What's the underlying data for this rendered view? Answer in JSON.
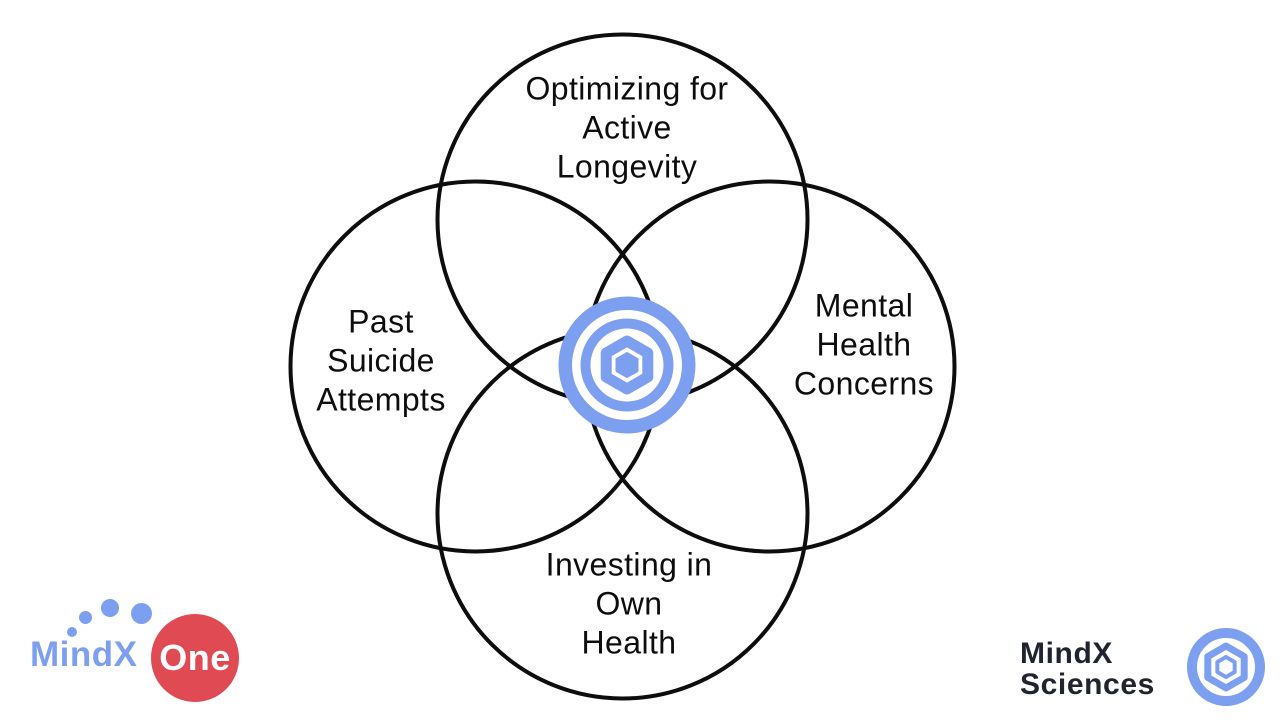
{
  "venn": {
    "top_label": "Optimizing for\nActive\nLongevity",
    "left_label": "Past\nSuicide\nAttempts",
    "right_label": "Mental\nHealth\nConcerns",
    "bottom_label": "Investing in\nOwn\nHealth"
  },
  "logos": {
    "mindx_one": {
      "wordmark": "MindX",
      "badge_label": "One"
    },
    "mindx_sciences": {
      "line1": "MindX",
      "line2": "Sciences"
    }
  },
  "icons": {
    "center": "target-hexagon-icon",
    "sciences_mark": "target-hexagon-icon"
  },
  "colors": {
    "brand_blue": "#7CA0EF",
    "badge_red": "#E04A53",
    "navy_text": "#20242F",
    "diagram_stroke": "#0D0D0D"
  }
}
